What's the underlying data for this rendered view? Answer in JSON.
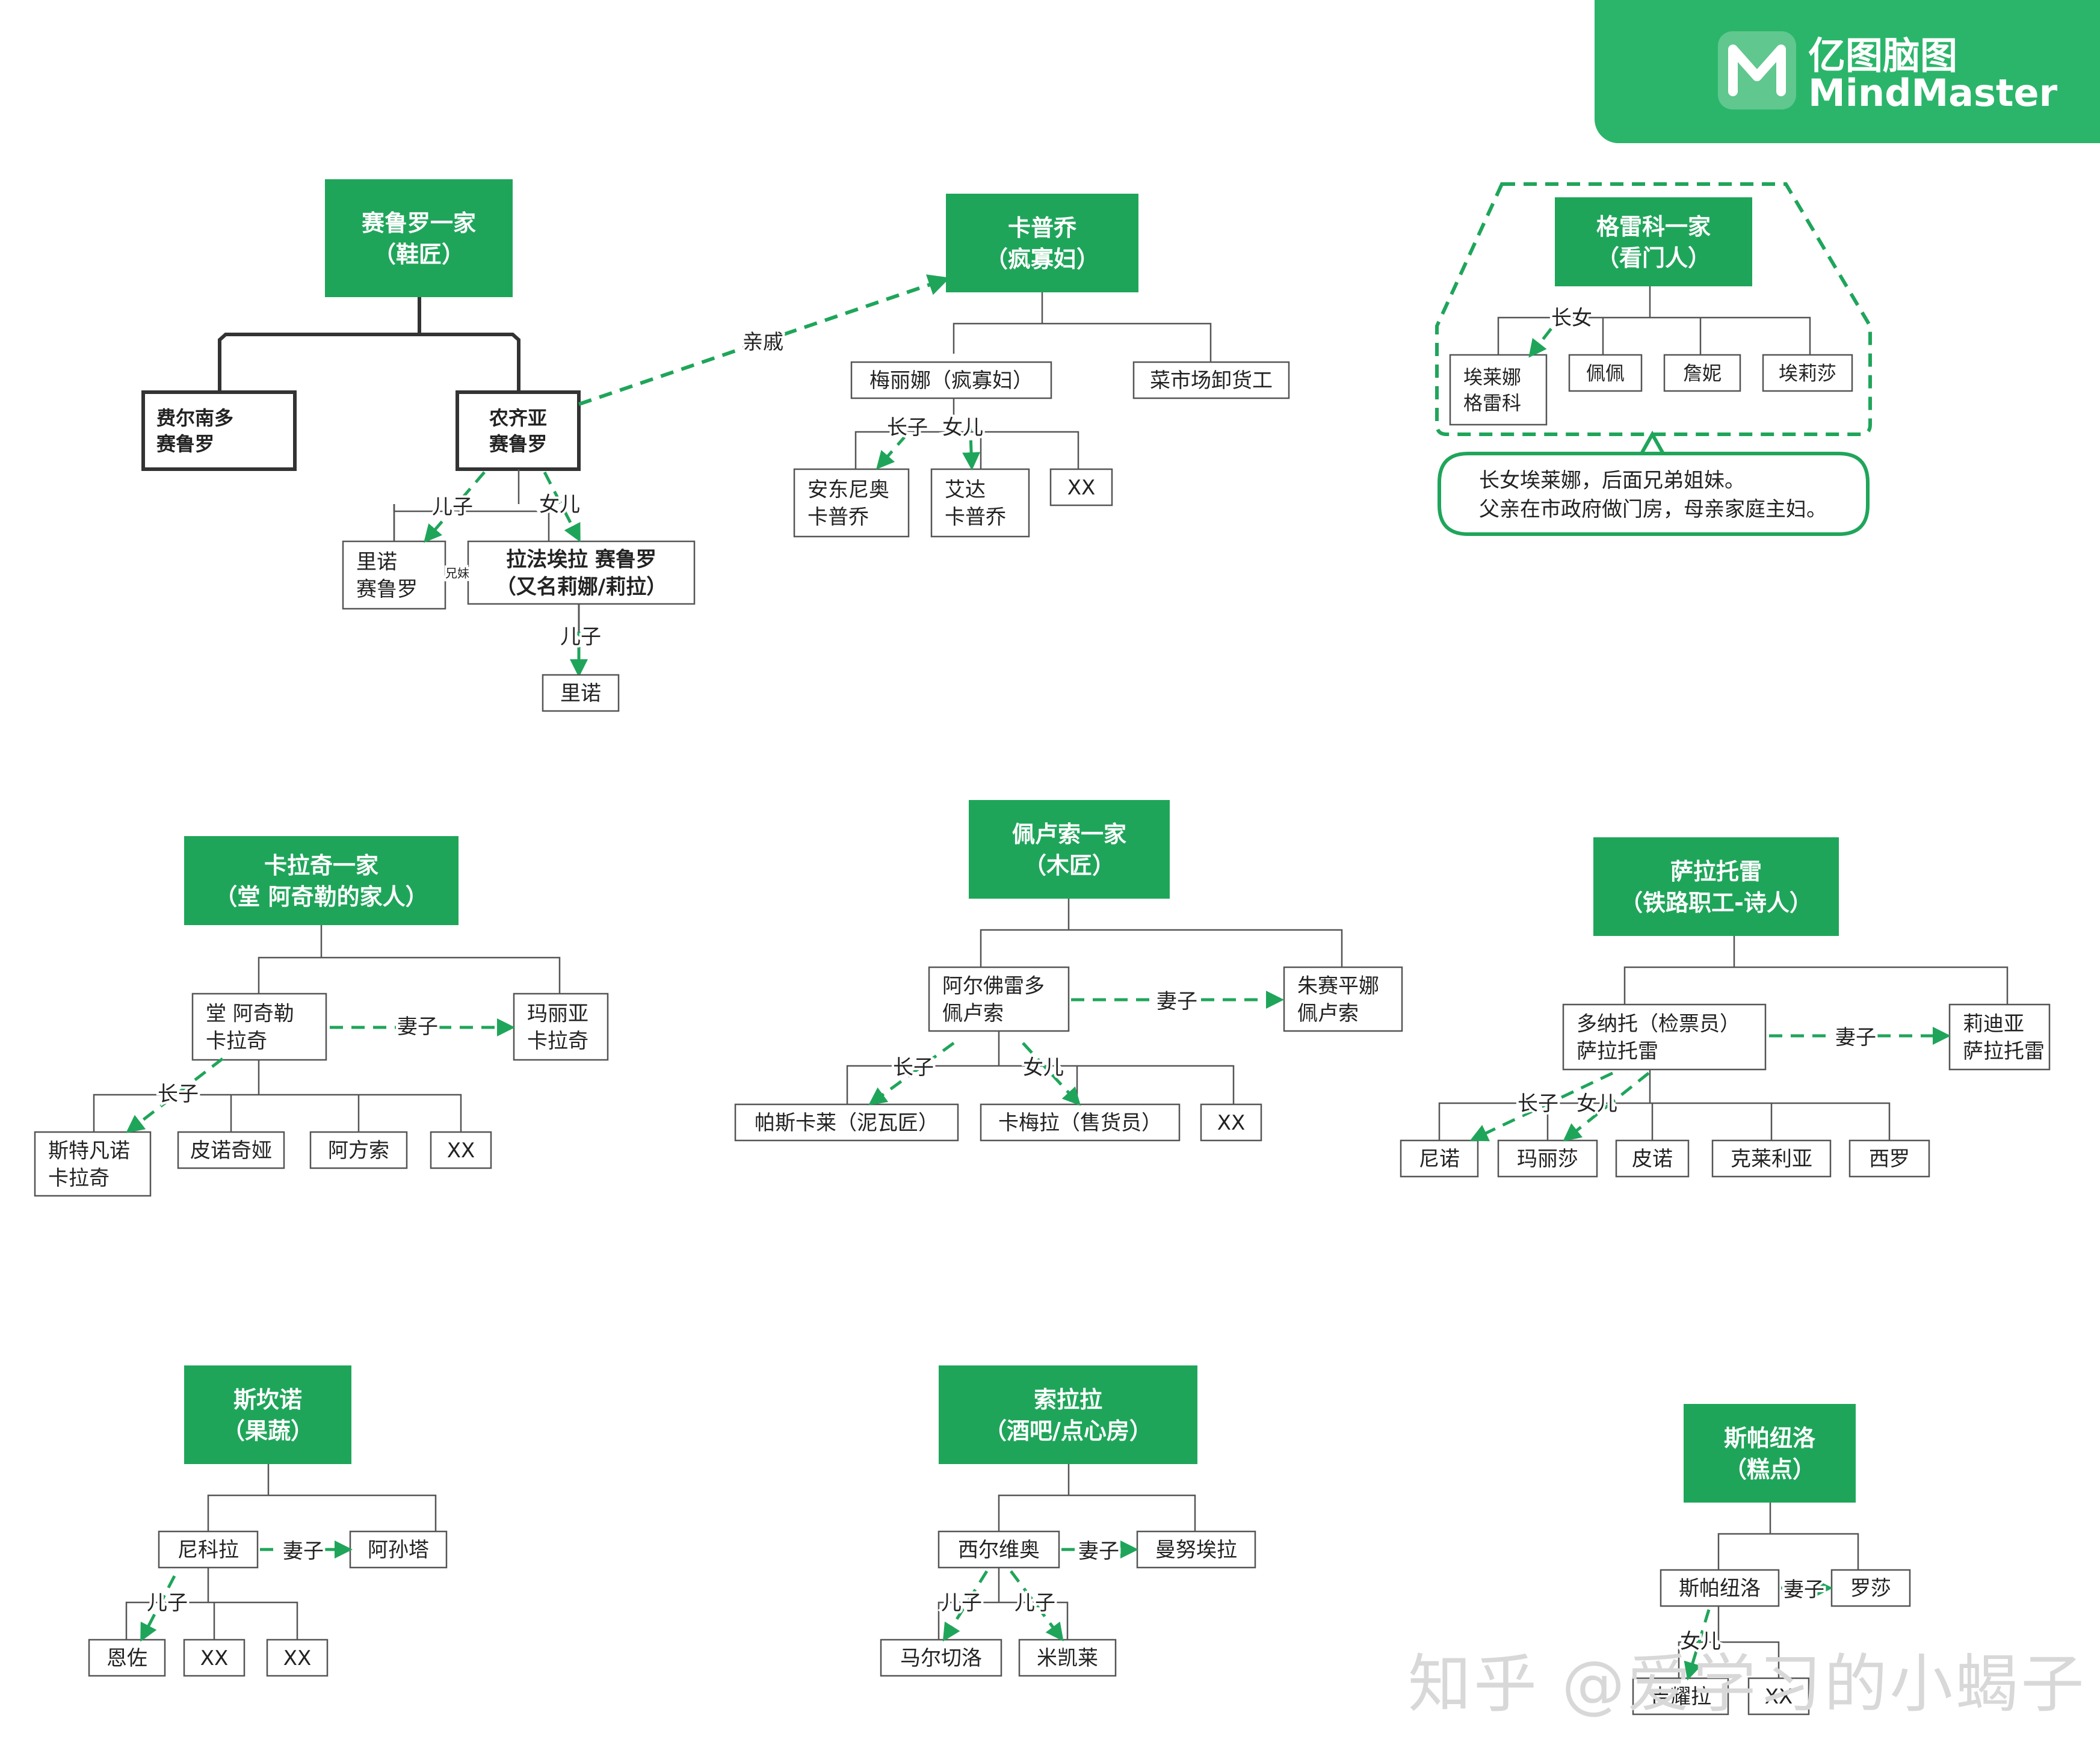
{
  "brand": {
    "cn": "亿图脑图",
    "en": "MindMaster",
    "color": "#2bb56a"
  },
  "watermark": "知乎 @爱学习的小蝎子",
  "colors": {
    "green": "#1fa55a",
    "box_border": "#555555",
    "text": "#222222"
  },
  "families": [
    {
      "id": "serrullo",
      "title": [
        "赛鲁罗一家",
        "（鞋匠）"
      ],
      "members": [
        {
          "id": "fernando",
          "lines": [
            "费尔南多",
            "赛鲁罗"
          ]
        },
        {
          "id": "nunzia",
          "lines": [
            "农齐亚",
            "赛鲁罗"
          ]
        },
        {
          "id": "rino",
          "lines": [
            "里诺",
            "赛鲁罗"
          ]
        },
        {
          "id": "lila",
          "lines": [
            "拉法埃拉 赛鲁罗",
            "（又名莉娜/莉拉）"
          ]
        },
        {
          "id": "rino_son",
          "lines": [
            "里诺"
          ]
        }
      ],
      "labels": [
        "儿子",
        "女儿",
        "兄妹",
        "儿子"
      ]
    },
    {
      "id": "cappuccio",
      "title": [
        "卡普乔",
        "（疯寡妇）"
      ],
      "members": [
        {
          "id": "melina",
          "lines": [
            "梅丽娜（疯寡妇）"
          ]
        },
        {
          "id": "porter",
          "lines": [
            "菜市场卸货工"
          ]
        },
        {
          "id": "antonio",
          "lines": [
            "安东尼奥",
            "卡普乔"
          ]
        },
        {
          "id": "ada",
          "lines": [
            "艾达",
            "卡普乔"
          ]
        },
        {
          "id": "xx1",
          "lines": [
            "XX"
          ]
        }
      ],
      "labels": [
        "亲戚",
        "长子",
        "女儿"
      ]
    },
    {
      "id": "greco",
      "title": [
        "格雷科一家",
        "（看门人）"
      ],
      "members": [
        {
          "id": "elena",
          "lines": [
            "埃莱娜",
            "格雷科"
          ]
        },
        {
          "id": "peppe",
          "lines": [
            "佩佩"
          ]
        },
        {
          "id": "gianni",
          "lines": [
            "詹妮"
          ]
        },
        {
          "id": "elisa",
          "lines": [
            "埃莉莎"
          ]
        }
      ],
      "labels": [
        "长女"
      ],
      "note": [
        "长女埃莱娜，后面兄弟姐妹。",
        "父亲在市政府做门房，母亲家庭主妇。"
      ]
    },
    {
      "id": "carracci",
      "title": [
        "卡拉奇一家",
        "（堂 阿奇勒的家人）"
      ],
      "members": [
        {
          "id": "achille",
          "lines": [
            "堂 阿奇勒",
            "卡拉奇"
          ]
        },
        {
          "id": "maria",
          "lines": [
            "玛丽亚",
            "卡拉奇"
          ]
        },
        {
          "id": "stefano",
          "lines": [
            "斯特凡诺",
            "卡拉奇"
          ]
        },
        {
          "id": "pinuccia",
          "lines": [
            "皮诺奇娅"
          ]
        },
        {
          "id": "alfonso",
          "lines": [
            "阿方索"
          ]
        },
        {
          "id": "xx2",
          "lines": [
            "XX"
          ]
        }
      ],
      "labels": [
        "妻子",
        "长子"
      ]
    },
    {
      "id": "peluso",
      "title": [
        "佩卢索一家",
        "（木匠）"
      ],
      "members": [
        {
          "id": "alfredo",
          "lines": [
            "阿尔佛雷多",
            "佩卢索"
          ]
        },
        {
          "id": "giuseppina",
          "lines": [
            "朱赛平娜",
            "佩卢索"
          ]
        },
        {
          "id": "pasquale",
          "lines": [
            "帕斯卡莱（泥瓦匠）"
          ]
        },
        {
          "id": "carmela",
          "lines": [
            "卡梅拉（售货员）"
          ]
        },
        {
          "id": "xx3",
          "lines": [
            "XX"
          ]
        }
      ],
      "labels": [
        "妻子",
        "长子",
        "女儿"
      ]
    },
    {
      "id": "sarratore",
      "title": [
        "萨拉托雷",
        "（铁路职工-诗人）"
      ],
      "members": [
        {
          "id": "donato",
          "lines": [
            "多纳托（检票员）",
            "萨拉托雷"
          ]
        },
        {
          "id": "lidia",
          "lines": [
            "莉迪亚",
            "萨拉托雷"
          ]
        },
        {
          "id": "nino",
          "lines": [
            "尼诺"
          ]
        },
        {
          "id": "marisa",
          "lines": [
            "玛丽莎"
          ]
        },
        {
          "id": "pino",
          "lines": [
            "皮诺"
          ]
        },
        {
          "id": "clelia",
          "lines": [
            "克莱利亚"
          ]
        },
        {
          "id": "ciro",
          "lines": [
            "西罗"
          ]
        }
      ],
      "labels": [
        "妻子",
        "长子",
        "女儿"
      ]
    },
    {
      "id": "scanno",
      "title": [
        "斯坎诺",
        "（果蔬）"
      ],
      "members": [
        {
          "id": "nicola",
          "lines": [
            "尼科拉"
          ]
        },
        {
          "id": "assunta",
          "lines": [
            "阿孙塔"
          ]
        },
        {
          "id": "enzo",
          "lines": [
            "恩佐"
          ]
        },
        {
          "id": "xx4",
          "lines": [
            "XX"
          ]
        },
        {
          "id": "xx5",
          "lines": [
            "XX"
          ]
        }
      ],
      "labels": [
        "妻子",
        "儿子"
      ]
    },
    {
      "id": "solara",
      "title": [
        "索拉拉",
        "（酒吧/点心房）"
      ],
      "members": [
        {
          "id": "silvio",
          "lines": [
            "西尔维奥"
          ]
        },
        {
          "id": "manuela",
          "lines": [
            "曼努埃拉"
          ]
        },
        {
          "id": "marcello",
          "lines": [
            "马尔切洛"
          ]
        },
        {
          "id": "michele",
          "lines": [
            "米凯莱"
          ]
        }
      ],
      "labels": [
        "妻子",
        "儿子",
        "儿子"
      ]
    },
    {
      "id": "spagnuolo",
      "title": [
        "斯帕纽洛",
        "（糕点）"
      ],
      "members": [
        {
          "id": "spag",
          "lines": [
            "斯帕纽洛"
          ]
        },
        {
          "id": "rosa",
          "lines": [
            "罗莎"
          ]
        },
        {
          "id": "gigliola",
          "lines": [
            "吉耀拉"
          ]
        },
        {
          "id": "xx6",
          "lines": [
            "XX"
          ]
        }
      ],
      "labels": [
        "妻子",
        "女儿"
      ]
    }
  ]
}
